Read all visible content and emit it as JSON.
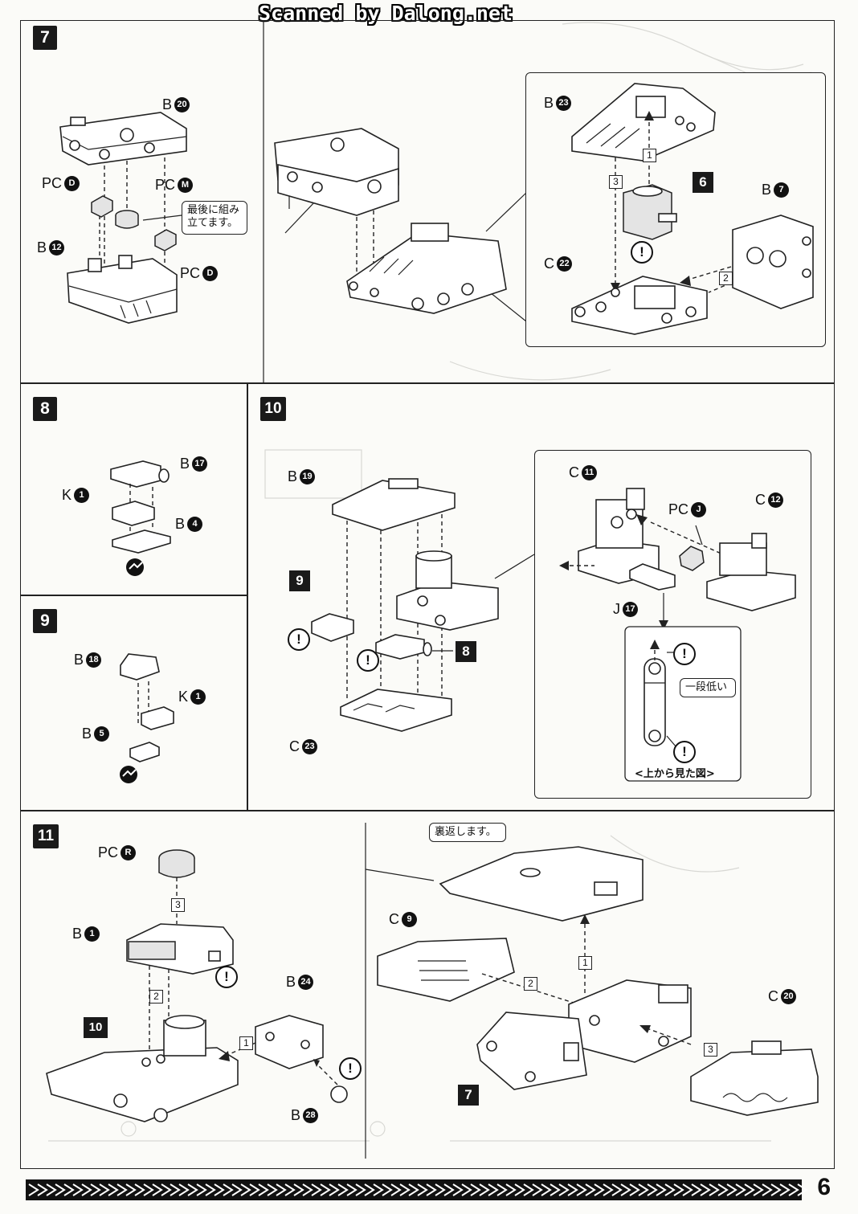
{
  "watermark": "Scanned by Dalong.net",
  "page_number": "6",
  "steps": {
    "s7": {
      "number": "7",
      "labels": {
        "b20": {
          "prefix": "B",
          "num": "20"
        },
        "pc_d1": {
          "prefix": "PC",
          "num": "D"
        },
        "pc_m": {
          "prefix": "PC",
          "num": "M"
        },
        "b12": {
          "prefix": "B",
          "num": "12"
        },
        "pc_d2": {
          "prefix": "PC",
          "num": "D"
        },
        "b23": {
          "prefix": "B",
          "num": "23"
        },
        "ref6": "6",
        "b7": {
          "prefix": "B",
          "num": "7"
        },
        "c22": {
          "prefix": "C",
          "num": "22"
        }
      },
      "note": "最後に組み\n立てます。",
      "seq": [
        "1",
        "2",
        "3"
      ]
    },
    "s8": {
      "number": "8",
      "labels": {
        "b17": {
          "prefix": "B",
          "num": "17"
        },
        "k1": {
          "prefix": "K",
          "num": "1"
        },
        "b4": {
          "prefix": "B",
          "num": "4"
        }
      }
    },
    "s9": {
      "number": "9",
      "labels": {
        "b18": {
          "prefix": "B",
          "num": "18"
        },
        "k1": {
          "prefix": "K",
          "num": "1"
        },
        "b5": {
          "prefix": "B",
          "num": "5"
        }
      }
    },
    "s10": {
      "number": "10",
      "labels": {
        "b19": {
          "prefix": "B",
          "num": "19"
        },
        "c23": {
          "prefix": "C",
          "num": "23"
        },
        "ref9": "9",
        "ref8": "8",
        "c11": {
          "prefix": "C",
          "num": "11"
        },
        "pc_j": {
          "prefix": "PC",
          "num": "J"
        },
        "c12": {
          "prefix": "C",
          "num": "12"
        },
        "j17": {
          "prefix": "J",
          "num": "17"
        }
      },
      "note_low": "一段低い",
      "note_top": "<上から見た図>"
    },
    "s11": {
      "number": "11",
      "labels": {
        "pc_r": {
          "prefix": "PC",
          "num": "R"
        },
        "b1": {
          "prefix": "B",
          "num": "1"
        },
        "b24": {
          "prefix": "B",
          "num": "24"
        },
        "b28": {
          "prefix": "B",
          "num": "28"
        },
        "ref10": "10",
        "c9": {
          "prefix": "C",
          "num": "9"
        },
        "c20": {
          "prefix": "C",
          "num": "20"
        },
        "ref7": "7"
      },
      "note_flip": "裏返します。",
      "seq": [
        "1",
        "2",
        "3"
      ]
    }
  },
  "icons": {
    "warning": "!",
    "clip": "clip-cut-icon"
  }
}
